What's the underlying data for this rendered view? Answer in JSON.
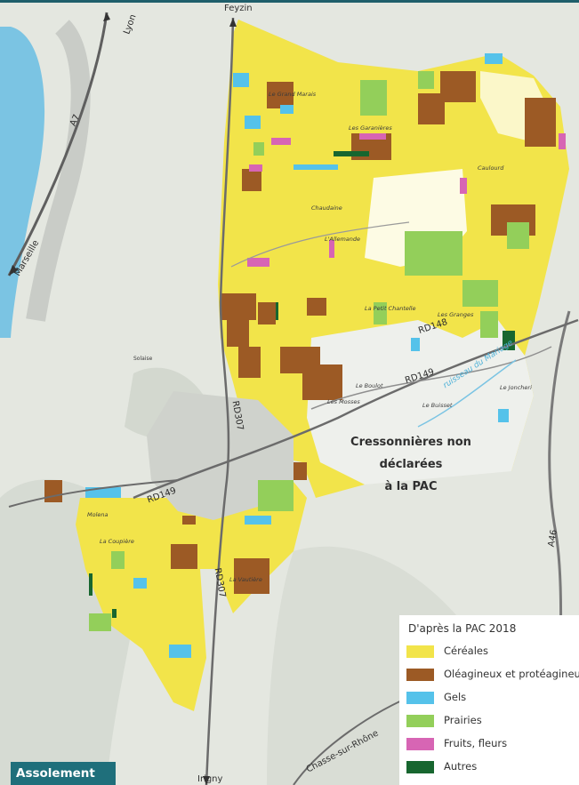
{
  "map": {
    "destinations": {
      "north": "Feyzin",
      "south": "Irigny",
      "southwest_road": "Chasse-sur-Rhône"
    },
    "motorway_labels": {
      "a7": "A7",
      "lyon": "Lyon",
      "marseille": "Marseille",
      "a46": "A46"
    },
    "road_labels": {
      "rd148": "RD148",
      "rd149_east": "RD149",
      "rd149_west": "RD149",
      "rd307_north": "RD307",
      "rd307_south": "RD307"
    },
    "place_labels": {
      "le_grand_marais": "Le Grand Marais",
      "les_garanieres": "Les Garanières",
      "caulourd": "Caulourd",
      "chaudaine": "Chaudaine",
      "l_allemande": "L'Allemande",
      "la_petit_chantelle": "La Petit Chantelle",
      "les_granges": "Les Granges",
      "le_boulot": "Le Boulot",
      "les_mosses": "Les Mosses",
      "le_buisset": "Le Buisset",
      "le_joncheri": "Le Joncheri",
      "molena": "Molena",
      "la_coupiere": "La Coupière",
      "la_vautiere": "La Vautière",
      "salasse": "Solaise"
    },
    "cressonnieres": {
      "line1": "Cressonnières non déclarées",
      "line2": "à la PAC"
    },
    "ruisseau": "ruisseau du Mariage",
    "colors": {
      "cereales": "#f2e44a",
      "oleagineux": "#9c5a25",
      "gels": "#55c2ea",
      "prairies": "#93cf5a",
      "fruits": "#d765b4",
      "autres": "#17662f",
      "base": "#e4e7e0",
      "white_area": "#ffffff",
      "water": "#7bc4e3",
      "badge": "#1f6f7b"
    }
  },
  "legend": {
    "title": "D'après la PAC 2018",
    "items": [
      {
        "label": "Céréales",
        "color": "#f2e44a"
      },
      {
        "label": "Oléagineux et protéagineux",
        "color": "#9c5a25"
      },
      {
        "label": "Gels",
        "color": "#55c2ea"
      },
      {
        "label": "Prairies",
        "color": "#93cf5a"
      },
      {
        "label": "Fruits, fleurs",
        "color": "#d765b4"
      },
      {
        "label": "Autres",
        "color": "#17662f"
      }
    ]
  },
  "badge": {
    "label": "Assolement"
  }
}
